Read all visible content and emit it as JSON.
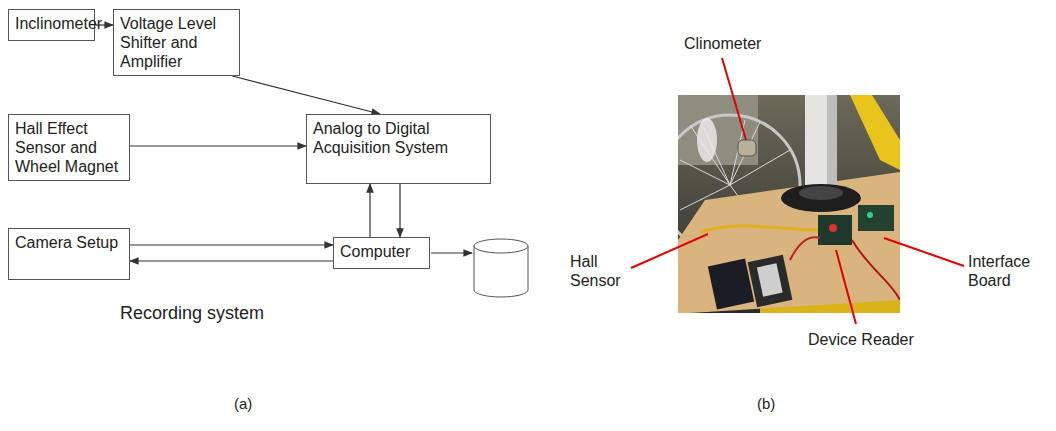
{
  "diagram": {
    "nodes": [
      {
        "text": [
          "Inclinometer"
        ]
      },
      {
        "text": [
          "Voltage Level Shifter and Amplifier"
        ]
      },
      {
        "text": [
          "Hall Effect Sensor and Wheel Magnet"
        ]
      },
      {
        "text": [
          "Analog to Digital Acquisition System"
        ]
      },
      {
        "text": [
          "Camera Setup"
        ]
      },
      {
        "text": [
          "Computer"
        ]
      }
    ],
    "edges": [
      {
        "from": 0,
        "to": 1,
        "arrow": "to"
      },
      {
        "from": 1,
        "to": 3,
        "arrow": "to"
      },
      {
        "from": 2,
        "to": 3,
        "arrow": "to"
      },
      {
        "from": 3,
        "to": 5,
        "arrow": "to"
      },
      {
        "from": 5,
        "to": 3,
        "arrow": "to"
      },
      {
        "from": 4,
        "to": 5,
        "arrow": "to"
      },
      {
        "from": 5,
        "to": 4,
        "arrow": "to"
      }
    ],
    "labels": [
      "Recording system",
      "(a)",
      "Clinometer",
      "Hall Sensor",
      "Interface Board",
      "Device Reader",
      "(b)"
    ]
  }
}
